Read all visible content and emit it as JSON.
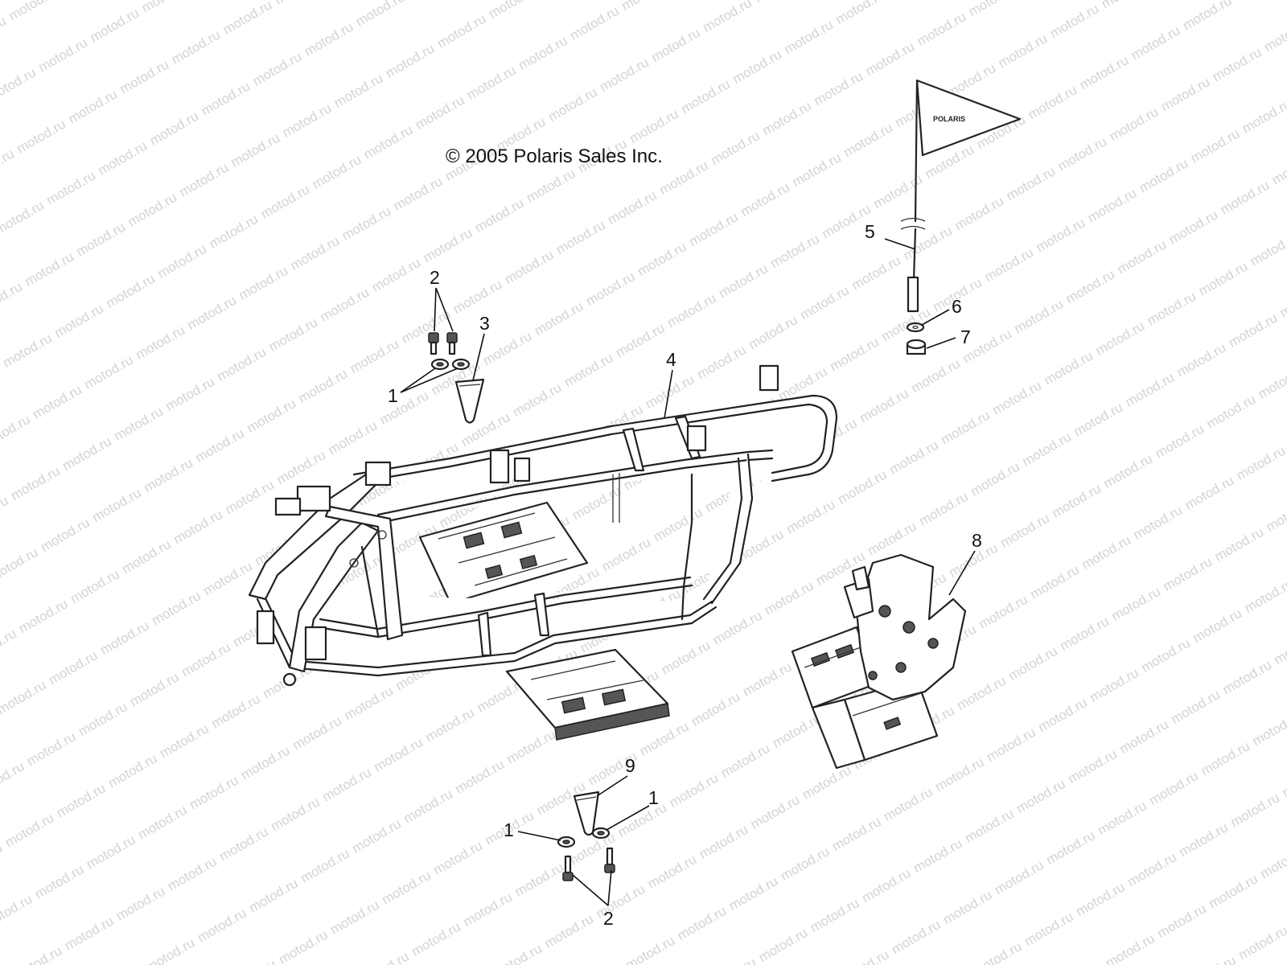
{
  "copyright": "© 2005 Polaris Sales Inc.",
  "watermark": "motod.ru",
  "flag_text": "POLARIS",
  "callouts": [
    {
      "id": "c2a",
      "label": "2"
    },
    {
      "id": "c3",
      "label": "3"
    },
    {
      "id": "c1a",
      "label": "1"
    },
    {
      "id": "c4",
      "label": "4"
    },
    {
      "id": "c5",
      "label": "5"
    },
    {
      "id": "c6",
      "label": "6"
    },
    {
      "id": "c7",
      "label": "7"
    },
    {
      "id": "c8",
      "label": "8"
    },
    {
      "id": "c9",
      "label": "9"
    },
    {
      "id": "c1b",
      "label": "1"
    },
    {
      "id": "c1c",
      "label": "1"
    },
    {
      "id": "c2b",
      "label": "2"
    }
  ]
}
